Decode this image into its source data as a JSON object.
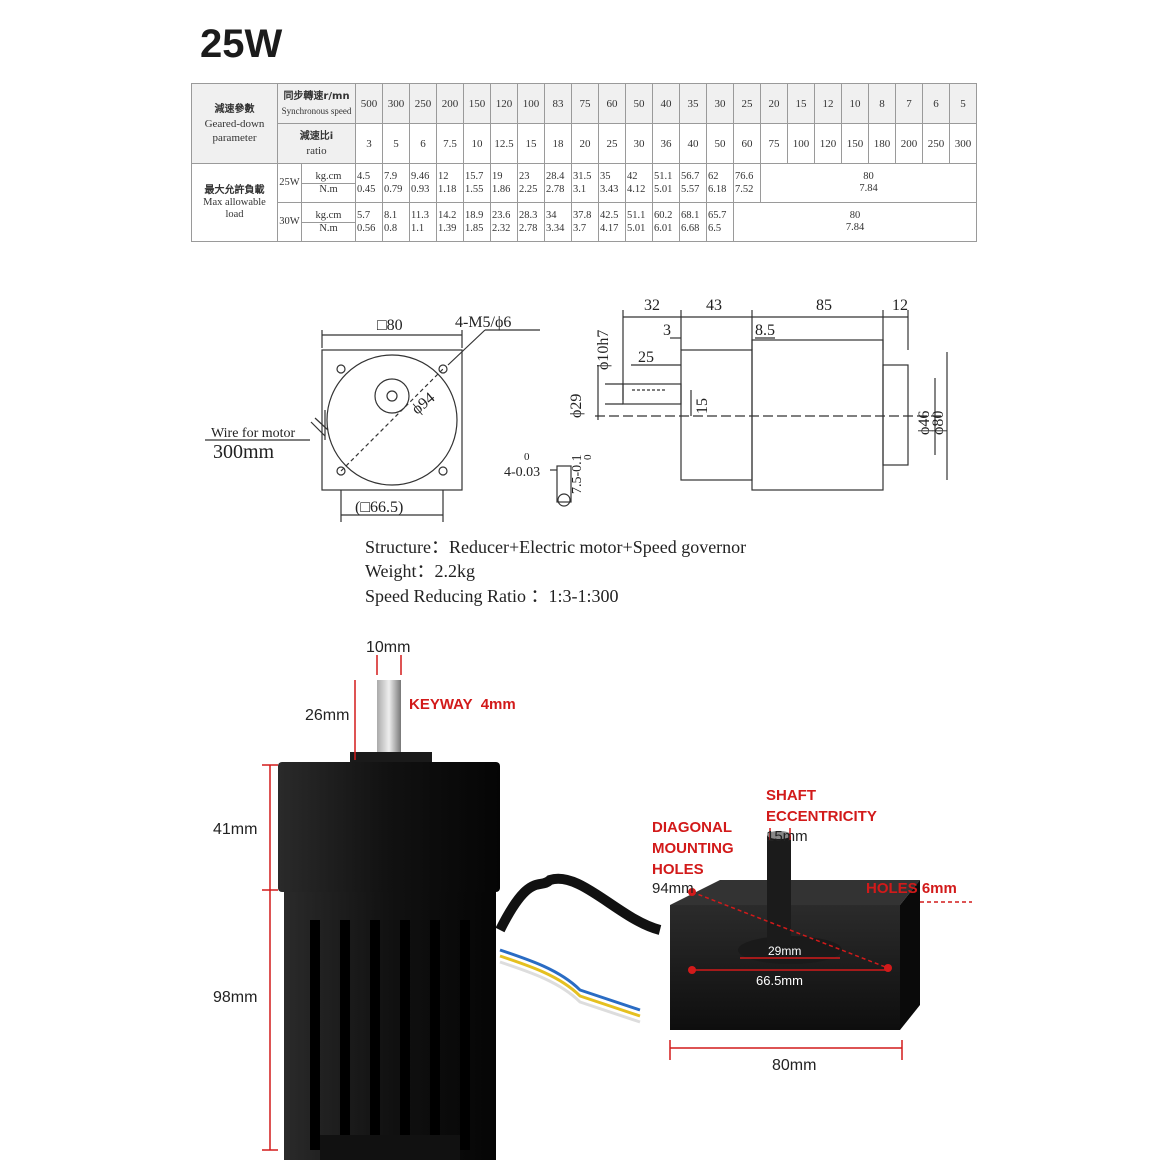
{
  "title": "25W",
  "table": {
    "geared_down_zh": "減速參數",
    "geared_down_en": "Geared-down parameter",
    "sync_zh": "同步轉速r/mn",
    "sync_en": "Synchronous speed",
    "ratio_zh": "減速比i",
    "ratio_en": "ratio",
    "max_zh": "最大允許負載",
    "max_en": "Max allowable load",
    "speeds": [
      "500",
      "300",
      "250",
      "200",
      "150",
      "120",
      "100",
      "83",
      "75",
      "60",
      "50",
      "40",
      "35",
      "30",
      "25",
      "20",
      "15",
      "12",
      "10",
      "8",
      "7",
      "6",
      "5"
    ],
    "ratios": [
      "3",
      "5",
      "6",
      "7.5",
      "10",
      "12.5",
      "15",
      "18",
      "20",
      "25",
      "30",
      "36",
      "40",
      "50",
      "60",
      "75",
      "100",
      "120",
      "150",
      "180",
      "200",
      "250",
      "300"
    ],
    "unit_kg": "kg.cm",
    "unit_nm": "N.m",
    "rows": [
      {
        "label": "25W",
        "kg": [
          "4.5",
          "7.9",
          "9.46",
          "12",
          "15.7",
          "19",
          "23",
          "28.4",
          "31.5",
          "35",
          "42",
          "51.1",
          "56.7",
          "62",
          "76.6"
        ],
        "nm": [
          "0.45",
          "0.79",
          "0.93",
          "1.18",
          "1.55",
          "1.86",
          "2.25",
          "2.78",
          "3.1",
          "3.43",
          "4.12",
          "5.01",
          "5.57",
          "6.18",
          "7.52"
        ],
        "max_kg": "80",
        "max_nm": "7.84"
      },
      {
        "label": "30W",
        "kg": [
          "5.7",
          "8.1",
          "11.3",
          "14.2",
          "18.9",
          "23.6",
          "28.3",
          "34",
          "37.8",
          "42.5",
          "51.1",
          "60.2",
          "68.1",
          "65.7"
        ],
        "nm": [
          "0.56",
          "0.8",
          "1.1",
          "1.39",
          "1.85",
          "2.32",
          "2.78",
          "3.34",
          "3.7",
          "4.17",
          "5.01",
          "6.01",
          "6.68",
          "6.5"
        ],
        "max_kg": "80",
        "max_nm": "7.84"
      }
    ]
  },
  "drawing": {
    "front": {
      "square": "□80",
      "holes": "4-M5/ϕ6",
      "diameter": "ϕ94",
      "mount": "(□66.5)",
      "wire_label": "Wire for motor",
      "wire_length": "300mm"
    },
    "side": {
      "d32": "32",
      "d43": "43",
      "d85": "85",
      "d12": "12",
      "d3": "3",
      "d8_5": "8.5",
      "d25": "25",
      "d15": "15",
      "phi10": "ϕ10h7",
      "phi29": "ϕ29",
      "phi46": "ϕ46",
      "phi80": "ϕ80",
      "key_w": "4-0.03",
      "key_w_sup": "0",
      "key_h": "7.5-0.1",
      "key_h_sup": "0"
    }
  },
  "specs": {
    "structure": "Structure：Reducer+Electric motor+Speed governor",
    "weight": "Weight：2.2kg",
    "ratio": "Speed Reducing Ratio ：1:3-1:300"
  },
  "photo": {
    "shaft_d": "10mm",
    "shaft_len": "26mm",
    "keyway": "KEYWAY  4mm",
    "gear_h": "41mm",
    "motor_h": "98mm",
    "shaft_ecc_1": "SHAFT",
    "shaft_ecc_2": "ECCENTRICITY",
    "shaft_ecc_3": "15mm",
    "diag_1": "DIAGONAL",
    "diag_2": "MOUNTING",
    "diag_3": "HOLES",
    "diag_4": "94mm",
    "holes": "HOLES 6mm",
    "hub": "29mm",
    "mount": "66.5mm",
    "width": "80mm"
  }
}
